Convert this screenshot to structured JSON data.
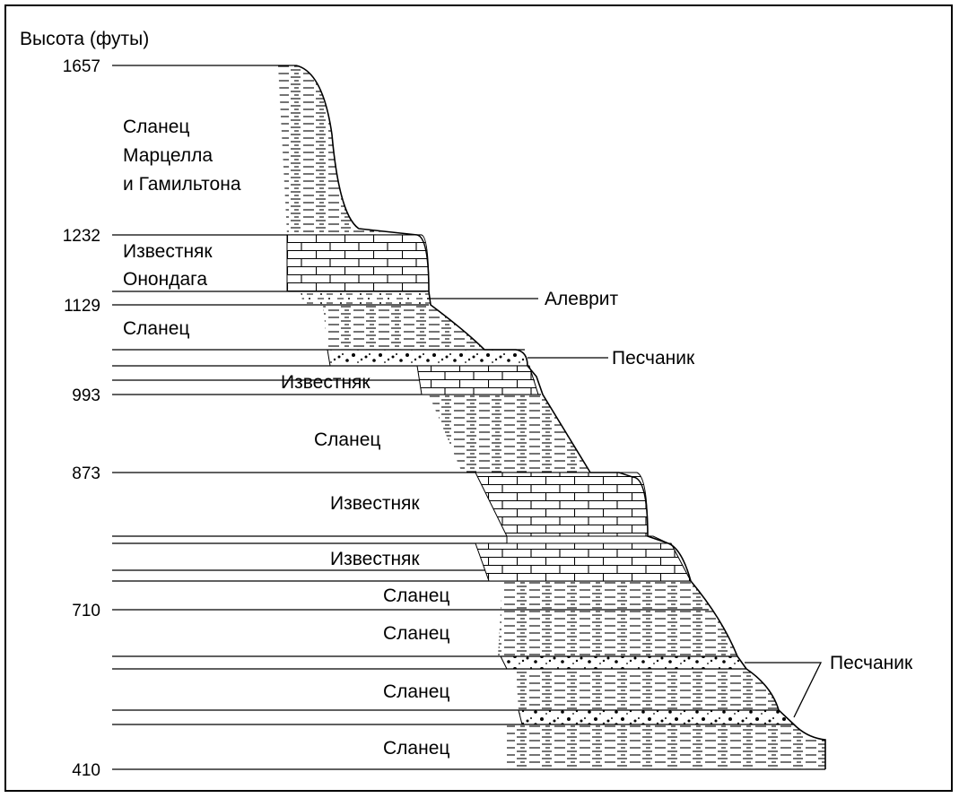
{
  "diagram": {
    "axis_title": "Высота (футы)",
    "elevations": [
      "1657",
      "1232",
      "1129",
      "993",
      "873",
      "710",
      "410"
    ],
    "layers": {
      "marcellus_line1": "Сланец",
      "marcellus_line2": "Марцелла",
      "marcellus_line3": "и Гамильтона",
      "onondaga_line1": "Известняк",
      "onondaga_line2": "Онондага",
      "shale_a": "Сланец",
      "limestone_a": "Известняк",
      "shale_b": "Сланец",
      "limestone_b": "Известняк",
      "limestone_c": "Известняк",
      "shale_c": "Сланец",
      "shale_d": "Сланец",
      "shale_e": "Сланец",
      "shale_f": "Сланец"
    },
    "callouts": {
      "siltstone": "Алеврит",
      "sandstone_upper": "Песчаник",
      "sandstone_lower": "Песчаник"
    }
  },
  "colors": {
    "ink": "#000000",
    "background": "#ffffff"
  }
}
